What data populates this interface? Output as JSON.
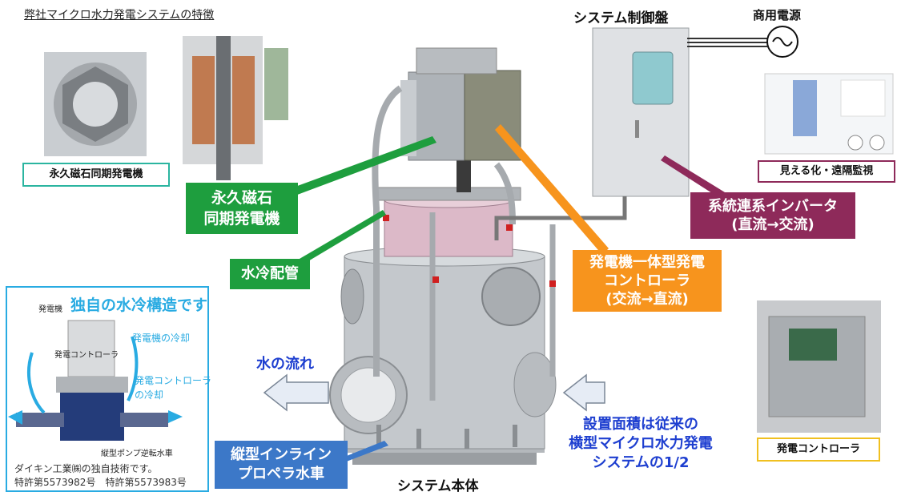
{
  "title": "弊社マイクロ水力発電システムの特徴",
  "magnet_generator_caption": "永久磁石同期発電機",
  "generator_label": [
    "永久磁石",
    "同期発電機"
  ],
  "water_pipe_label": "水冷配管",
  "system_panel_title": "システム制御盤",
  "power_source_title": "商用電源",
  "monitoring_caption": "見える化・遠隔監視",
  "inverter_label": [
    "系統連系インバータ",
    "(直流→交流)"
  ],
  "controller_label": [
    "発電機一体型発電",
    "コントローラ",
    "(交流→直流)"
  ],
  "water_flow_label": "水の流れ",
  "install_area_text": [
    "設置面積は従来の",
    "横型マイクロ水力発電",
    "システムの1/2"
  ],
  "turbine_label": [
    "縦型インライン",
    "プロペラ水車"
  ],
  "system_body_caption": "システム本体",
  "controller_photo_caption": "発電コントローラ",
  "cooling_panel": {
    "generator_tag": "発電機",
    "heading": "独自の水冷構造です",
    "gen_cooling": "発電機の冷却",
    "controller_tag": "発電コントローラ",
    "ctrl_cooling_1": "発電コントローラ",
    "ctrl_cooling_2": "の冷却",
    "pump_caption": "縦型ポンプ逆転水車",
    "tech_note": "ダイキン工業㈱の独自技術です。",
    "patent_note": "特許第5573982号　特許第5573983号"
  },
  "colors": {
    "green": "#1e9e3e",
    "orange": "#f7941d",
    "purple": "#8e2a5a",
    "blue": "#3c78c8",
    "text_blue": "#1e3fd0",
    "cyan_border": "#29abe2",
    "teal_border": "#2bb5a0",
    "yellow_border": "#f0c020"
  }
}
